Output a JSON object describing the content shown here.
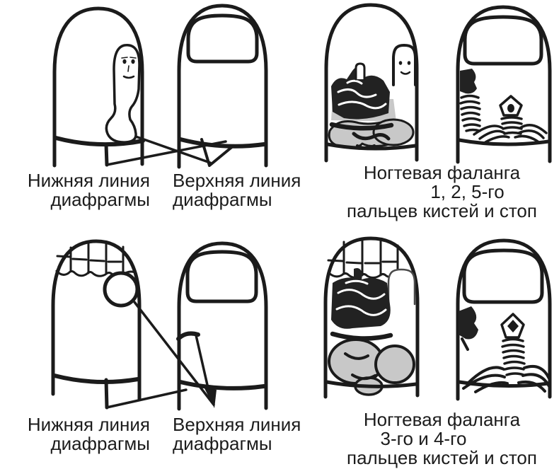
{
  "page": {
    "background": "#ffffff",
    "ink_color": "#1b1b1b",
    "shade_color": "#c8c8c8"
  },
  "figure": {
    "panels": {
      "top": {
        "labels": [
          {
            "lines": [
              "Нижняя линия",
              "диафрагмы"
            ]
          },
          {
            "lines": [
              "Верхняя линия",
              "диафрагмы"
            ]
          },
          {
            "lines": [
              "Ногтевая фаланга",
              "1, 2, 5-го",
              "пальцев кистей и стоп"
            ]
          }
        ],
        "drawings": [
          "finger-with-body-figure",
          "finger-with-nail-outline",
          "finger-with-internal-organs",
          "finger-with-spine-projection"
        ]
      },
      "bottom": {
        "labels": [
          {
            "lines": [
              "Нижняя линия",
              "диафрагмы"
            ]
          },
          {
            "lines": [
              "Верхняя линия",
              "диафрагмы"
            ]
          },
          {
            "lines": [
              "Ногтевая фаланга",
              "3-го и 4-го",
              "пальцев кистей и стоп"
            ]
          }
        ],
        "drawings": [
          "finger-with-teeth-and-circle",
          "finger-with-nail-outline",
          "finger-with-teeth-and-organs",
          "finger-with-spine-projection"
        ]
      }
    }
  }
}
